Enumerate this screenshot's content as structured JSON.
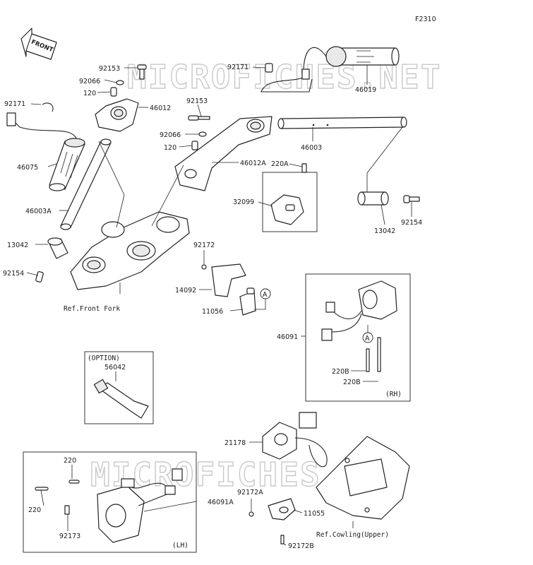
{
  "figure_code": "F2310",
  "watermark": "MICROFICHES.NET",
  "direction_label": "FRONT",
  "labels": {
    "p92153_left": "92153",
    "p92066_left": "92066",
    "p120_left": "120",
    "p46012": "46012",
    "p92171_left": "92171",
    "p46075": "46075",
    "p46003A": "46003A",
    "p13042_left": "13042",
    "p92154_left": "92154",
    "p92171_right": "92171",
    "p46019": "46019",
    "p92153_right": "92153",
    "p92066_right": "92066",
    "p120_right": "120",
    "p46012A": "46012A",
    "p46003": "46003",
    "p220A": "220A",
    "p32099": "32099",
    "p13042_right": "13042",
    "p92154_right": "92154",
    "p92172": "92172",
    "p14092": "14092",
    "p11056": "11056",
    "p46091": "46091",
    "p220B_1": "220B",
    "p220B_2": "220B",
    "p56042": "56042",
    "p21178": "21178",
    "p220_1": "220",
    "p220_2": "220",
    "p92173": "92173",
    "p46091A": "46091A",
    "p92172A": "92172A",
    "p11055": "11055",
    "p92172B": "92172B"
  },
  "refs": {
    "front_fork": "Ref.Front Fork",
    "cowling_upper": "Ref.Cowling(Upper)",
    "option": "(OPTION)",
    "rh": "(RH)",
    "lh": "(LH)",
    "callout_a1": "A",
    "callout_a2": "A"
  }
}
